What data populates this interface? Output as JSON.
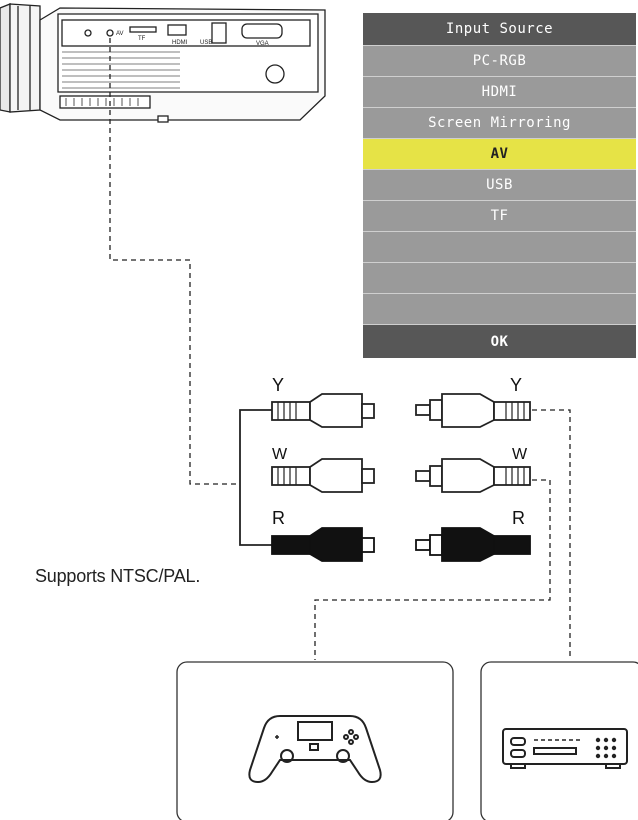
{
  "projector": {
    "ports": [
      "HDMI",
      "USB",
      "VGA",
      "TF",
      "AV"
    ]
  },
  "menu": {
    "title": "Input Source",
    "items": [
      "PC-RGB",
      "HDMI",
      "Screen Mirroring",
      "AV",
      "USB",
      "TF",
      "",
      "",
      ""
    ],
    "selected_index": 3,
    "ok_label": "OK"
  },
  "cables": {
    "left": [
      "Y",
      "W",
      "R"
    ],
    "right": [
      "Y",
      "W",
      "R"
    ]
  },
  "note": "Supports NTSC/PAL.",
  "devices": [
    "game-console",
    "dvd-player"
  ],
  "colors": {
    "menu_header": "#575757",
    "menu_row": "#9a9a9a",
    "menu_selected": "#e6e346"
  }
}
